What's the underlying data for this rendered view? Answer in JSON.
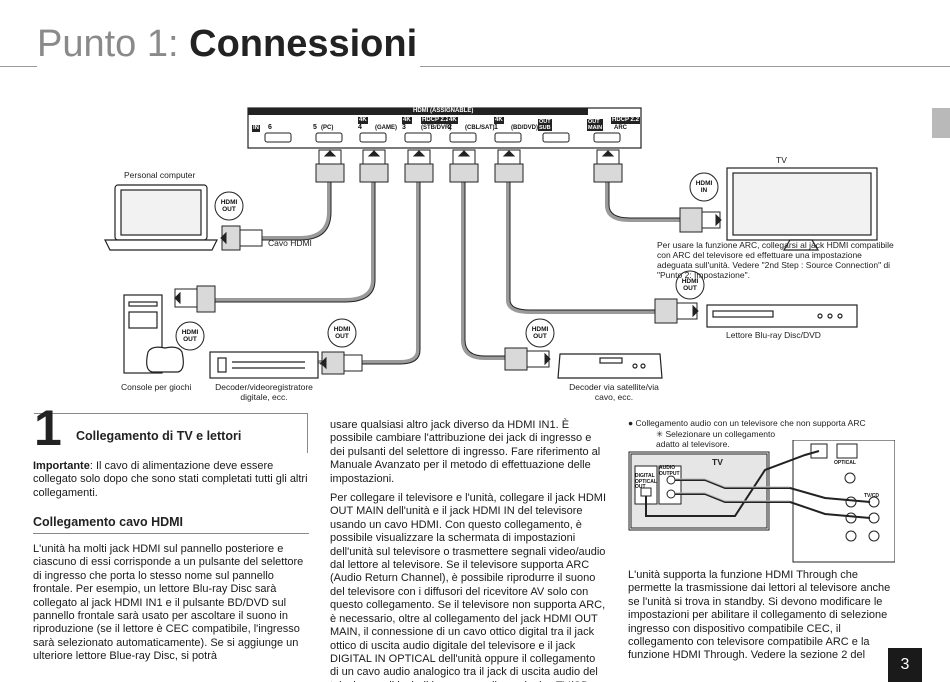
{
  "header": {
    "prefix": "Punto 1:",
    "title": "Connessioni"
  },
  "diagram": {
    "panel": {
      "hdmi_title": "HDMI (ASSIGNABLE)",
      "in_label": "IN",
      "ports": [
        {
          "num": "6",
          "name": ""
        },
        {
          "num": "5",
          "name": "(PC)"
        },
        {
          "num": "4",
          "name": "(GAME)"
        },
        {
          "num": "3",
          "name": "(STB/DVR)"
        },
        {
          "num": "2",
          "name": "(CBL/SAT)"
        },
        {
          "num": "1",
          "name": "(BD/DVD)"
        }
      ],
      "tag_4k": "4K",
      "tag_hdcp": "HDCP 2.2",
      "out_sub": "OUT SUB",
      "out_main": "OUT MAIN",
      "arc": "ARC"
    },
    "labels": {
      "pc": "Personal computer",
      "hdmi_out": "HDMI OUT",
      "hdmi_in": "HDMI IN",
      "cable": "Cavo HDMI",
      "tv": "TV",
      "arc_note": "Per usare la funzione ARC, collegarsi al jack HDMI compatibile con ARC del televisore ed effettuare una impostazione adeguata sull'unità. Vedere \"2nd Step : Source Connection\" di \"Punto 2: Impostazione\".",
      "bluray": "Lettore Blu-ray Disc/DVD",
      "console": "Console per giochi",
      "decoder": "Decoder/videoregistratore digitale, ecc.",
      "satellite": "Decoder via satellite/via cavo, ecc."
    }
  },
  "section": {
    "number": "1",
    "title": "Collegamento di TV e lettori",
    "important_label": "Importante",
    "important_text": ": Il cavo di alimentazione deve essere collegato solo dopo che sono stati completati tutti gli altri collegamenti.",
    "subtitle": "Collegamento cavo HDMI",
    "col1_p1": "L'unità ha molti jack HDMI sul pannello posteriore e ciascuno di essi corrisponde a un pulsante del selettore di ingresso che porta lo stesso nome sul pannello frontale. Per esempio, un lettore Blu-ray Disc sarà collegato al jack HDMI IN1 e il pulsante BD/DVD sul pannello frontale sarà usato per ascoltare il suono in riproduzione (se il lettore è CEC compatibile, l'ingresso sarà selezionato automaticamente). Se si aggiunge un ulteriore lettore Blue-ray Disc, si potrà",
    "col2_p1": "usare qualsiasi altro jack diverso da HDMI IN1. È possibile cambiare l'attribuzione dei jack di ingresso e dei pulsanti del selettore di ingresso. Fare riferimento al Manuale Avanzato per il metodo di effettuazione delle impostazioni.",
    "col2_p2": "Per collegare il televisore e l'unità, collegare il jack HDMI OUT MAIN dell'unità e il jack HDMI IN del televisore usando un cavo HDMI. Con questo collegamento, è possibile visualizzare la schermata di impostazioni dell'unità sul televisore o trasmettere segnali video/audio dal lettore al televisore. Se il televisore supporta ARC (Audio Return Channel), è possibile riprodurre il suono del televisore con i diffusori del ricevitore AV solo con questo collegamento. Se il televisore non supporta ARC, è necessario, oltre al collegamento del jack HDMI OUT MAIN, il connessione di un cavo ottico digital tra il jack ottico di uscita audio digitale del televisore e il jack DIGITAL IN OPTICAL dell'unità oppure il collegamento di un cavo audio analogico tra il jack di uscita audio del televisore e il jack di ingresso audio analogico TV/CD dell'unità.",
    "col3_p1": "L'unità supporta la funzione HDMI Through che permette la trasmissione dai lettori al televisore anche se l'unità si trova in standby. Si devono modificare le impostazioni per abilitare il collegamento di selezione ingresso con dispositivo compatibile CEC, il collegamento con televisore compatibile ARC e la funzione HDMI Through. Vedere la sezione 2 del"
  },
  "arc_diagram": {
    "note": "● Collegamento audio con un televisore che non supporta ARC",
    "sub": "✳ Selezionare un collegamento adatto al televisore.",
    "tv": "TV",
    "audio_out": "AUDIO OUTPUT",
    "digital_out": "DIGITAL OPTICAL OUT",
    "optical": "OPTICAL",
    "tvcd": "TV/CD"
  },
  "page_number": "3"
}
